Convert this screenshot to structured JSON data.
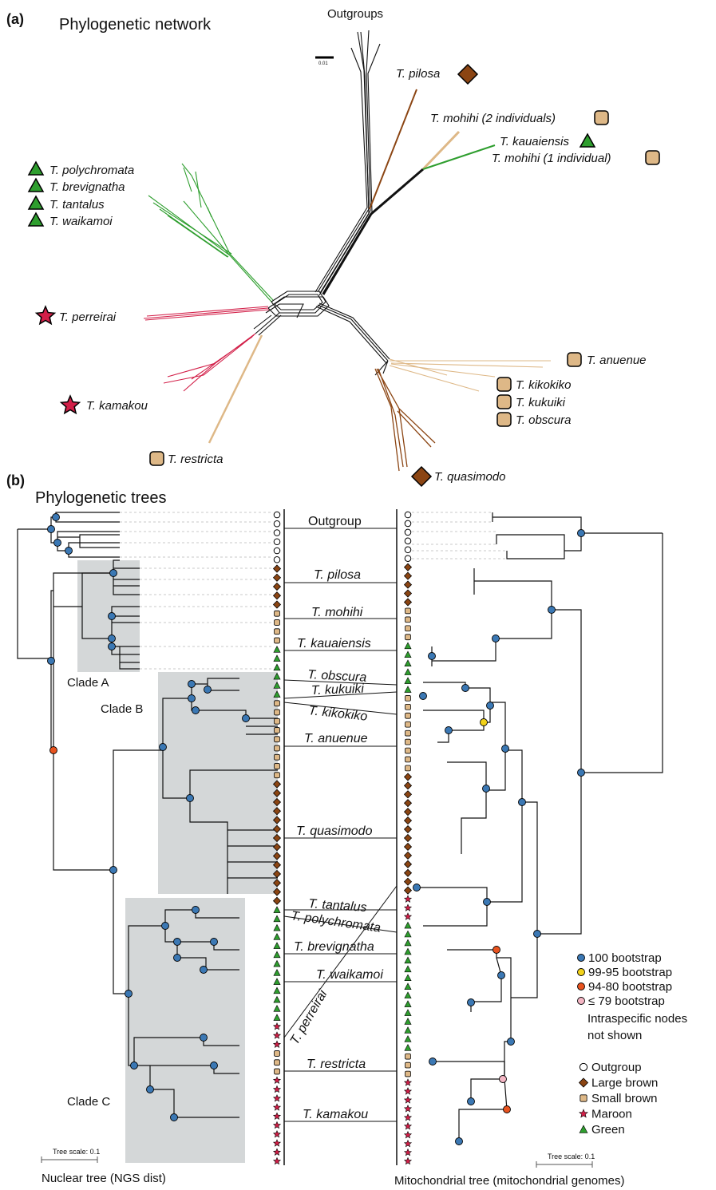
{
  "panel_a": {
    "label": "(a)",
    "title": "Phylogenetic network",
    "scale_value": "0.01",
    "tips": [
      {
        "id": "outgroups",
        "text": "Outgroups",
        "italic": false,
        "marker": null
      },
      {
        "id": "pilosa",
        "text": "T. pilosa",
        "italic": true,
        "marker": "diamond"
      },
      {
        "id": "mohihi2",
        "text": "T. mohihi (2 individuals)",
        "italic": true,
        "marker": "square"
      },
      {
        "id": "kauaiensis",
        "text": "T. kauaiensis",
        "italic": true,
        "marker": "triangle"
      },
      {
        "id": "mohihi1",
        "text": "T. mohihi (1 individual)",
        "italic": true,
        "marker": "square"
      },
      {
        "id": "polychromata",
        "text": "T. polychromata",
        "italic": true,
        "marker": "triangle"
      },
      {
        "id": "brevignatha",
        "text": "T. brevignatha",
        "italic": true,
        "marker": "triangle"
      },
      {
        "id": "tantalus",
        "text": "T. tantalus",
        "italic": true,
        "marker": "triangle"
      },
      {
        "id": "waikamoi",
        "text": "T. waikamoi",
        "italic": true,
        "marker": "triangle"
      },
      {
        "id": "perreirai",
        "text": "T. perreirai",
        "italic": true,
        "marker": "star"
      },
      {
        "id": "kamakou",
        "text": "T. kamakou",
        "italic": true,
        "marker": "star"
      },
      {
        "id": "restricta",
        "text": "T. restricta",
        "italic": true,
        "marker": "square"
      },
      {
        "id": "anuenue",
        "text": "T. anuenue",
        "italic": true,
        "marker": "square"
      },
      {
        "id": "kikokiko",
        "text": "T. kikokiko",
        "italic": true,
        "marker": "square"
      },
      {
        "id": "kukuiki",
        "text": "T. kukuiki",
        "italic": true,
        "marker": "square"
      },
      {
        "id": "obscura",
        "text": "T. obscura",
        "italic": true,
        "marker": "square"
      },
      {
        "id": "quasimodo",
        "text": "T. quasimodo",
        "italic": true,
        "marker": "diamond"
      }
    ]
  },
  "panel_b": {
    "label": "(b)",
    "title": "Phylogenetic trees",
    "clades": [
      "Clade A",
      "Clade B",
      "Clade C"
    ],
    "left_tree_caption": "Nuclear tree (NGS dist)",
    "right_tree_caption": "Mitochondrial tree (mitochondrial genomes)",
    "tree_scale_left": "Tree scale: 0.1",
    "tree_scale_right": "Tree scale: 0.1",
    "taxon_labels": [
      "Outgroup",
      "T. pilosa",
      "T. mohihi",
      "T. kauaiensis",
      "T. obscura",
      "T. kukuiki",
      "T. kikokiko",
      "T. anuenue",
      "T. quasimodo",
      "T. tantalus",
      "T. polychromata",
      "T. brevignatha",
      "T. waikamoi",
      "T. perreirai",
      "T. restricta",
      "T. kamakou"
    ],
    "support_legend": [
      {
        "label": "100 bootstrap",
        "color": "#3b78b4"
      },
      {
        "label": "99-95 bootstrap",
        "color": "#f2d21a"
      },
      {
        "label": "94-80 bootstrap",
        "color": "#e8531f"
      },
      {
        "label": "≤ 79 bootstrap",
        "color": "#f4b6c4"
      }
    ],
    "support_note": [
      "Intraspecific nodes",
      "not shown"
    ],
    "group_legend": [
      {
        "label": "Outgroup",
        "marker": "circle",
        "color": "#ffffff"
      },
      {
        "label": "Large brown",
        "marker": "diamond",
        "color": "#8b4513"
      },
      {
        "label": "Small brown",
        "marker": "square",
        "color": "#deb887"
      },
      {
        "label": "Maroon",
        "marker": "star",
        "color": "#d6204a"
      },
      {
        "label": "Green",
        "marker": "triangle",
        "color": "#2e9e2e"
      }
    ]
  },
  "colors": {
    "green": "#3a9a3a",
    "maroon": "#d21f48",
    "large_brown": "#8b4513",
    "small_brown": "#deb887",
    "clade_shading": "#d4d7d8"
  }
}
